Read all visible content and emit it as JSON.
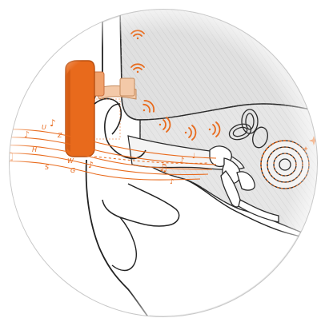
{
  "diagram": {
    "kind": "bone-conduction-ear-cross-section",
    "colors": {
      "accent": "#e86a1c",
      "outline": "#222222",
      "tissue_fill": "#dcdcdc",
      "hatch": "#b9b9b9",
      "background": "#ffffff"
    },
    "icons": [
      "wifi-icon",
      "wifi-icon",
      "vibration-icon",
      "vibration-icon",
      "vibration-icon",
      "vibration-icon",
      "music-note-icon",
      "sparkle-icon"
    ],
    "staff_letters": [
      "U",
      "H",
      "S",
      "G",
      "W",
      "Z"
    ]
  }
}
